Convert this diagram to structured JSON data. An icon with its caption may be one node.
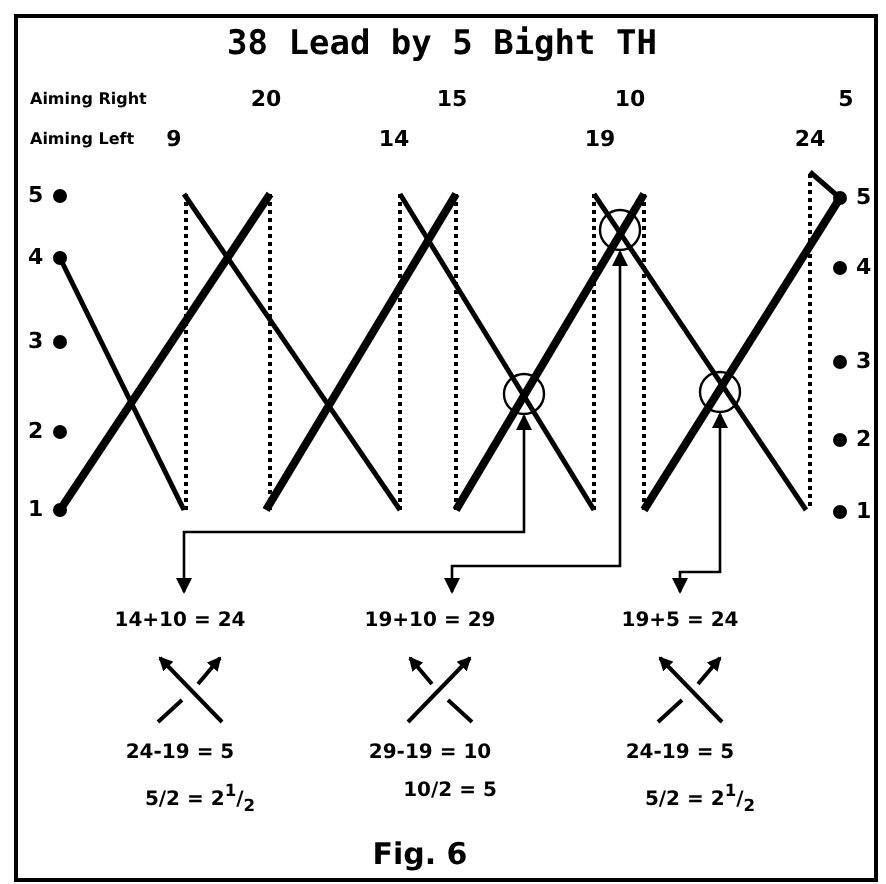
{
  "diagram": {
    "title": "38 Lead by 5 Bight TH",
    "caption": "Fig. 6",
    "nodes": [
      {
        "text": [],
        "shape": "circle"
      },
      {
        "text": [],
        "shape": "circle"
      },
      {
        "text": [],
        "shape": "circle"
      },
      {
        "text": [
          "14+10 = 24",
          "24-19 = 5",
          "5/2 = 2$^{1}$/$_{2}$"
        ]
      },
      {
        "text": [
          "19+10 = 29",
          "29-19 = 10",
          "10/2 = 5"
        ]
      },
      {
        "text": [
          "19+5 = 24",
          "24-19 = 5",
          "5/2 = 2$^{1}$/$_{2}$"
        ]
      }
    ],
    "edges": [
      {
        "from": 0,
        "to": 3,
        "arrow": "both"
      },
      {
        "from": 1,
        "to": 4,
        "arrow": "both"
      },
      {
        "from": 2,
        "to": 5,
        "arrow": "both"
      }
    ],
    "labels": [
      "Aiming Right",
      "20",
      "15",
      "10",
      "5",
      "Aiming Left",
      "9",
      "14",
      "19",
      "24",
      "5",
      "5",
      "4",
      "4",
      "3",
      "3",
      "2",
      "2",
      "1",
      "1"
    ]
  }
}
